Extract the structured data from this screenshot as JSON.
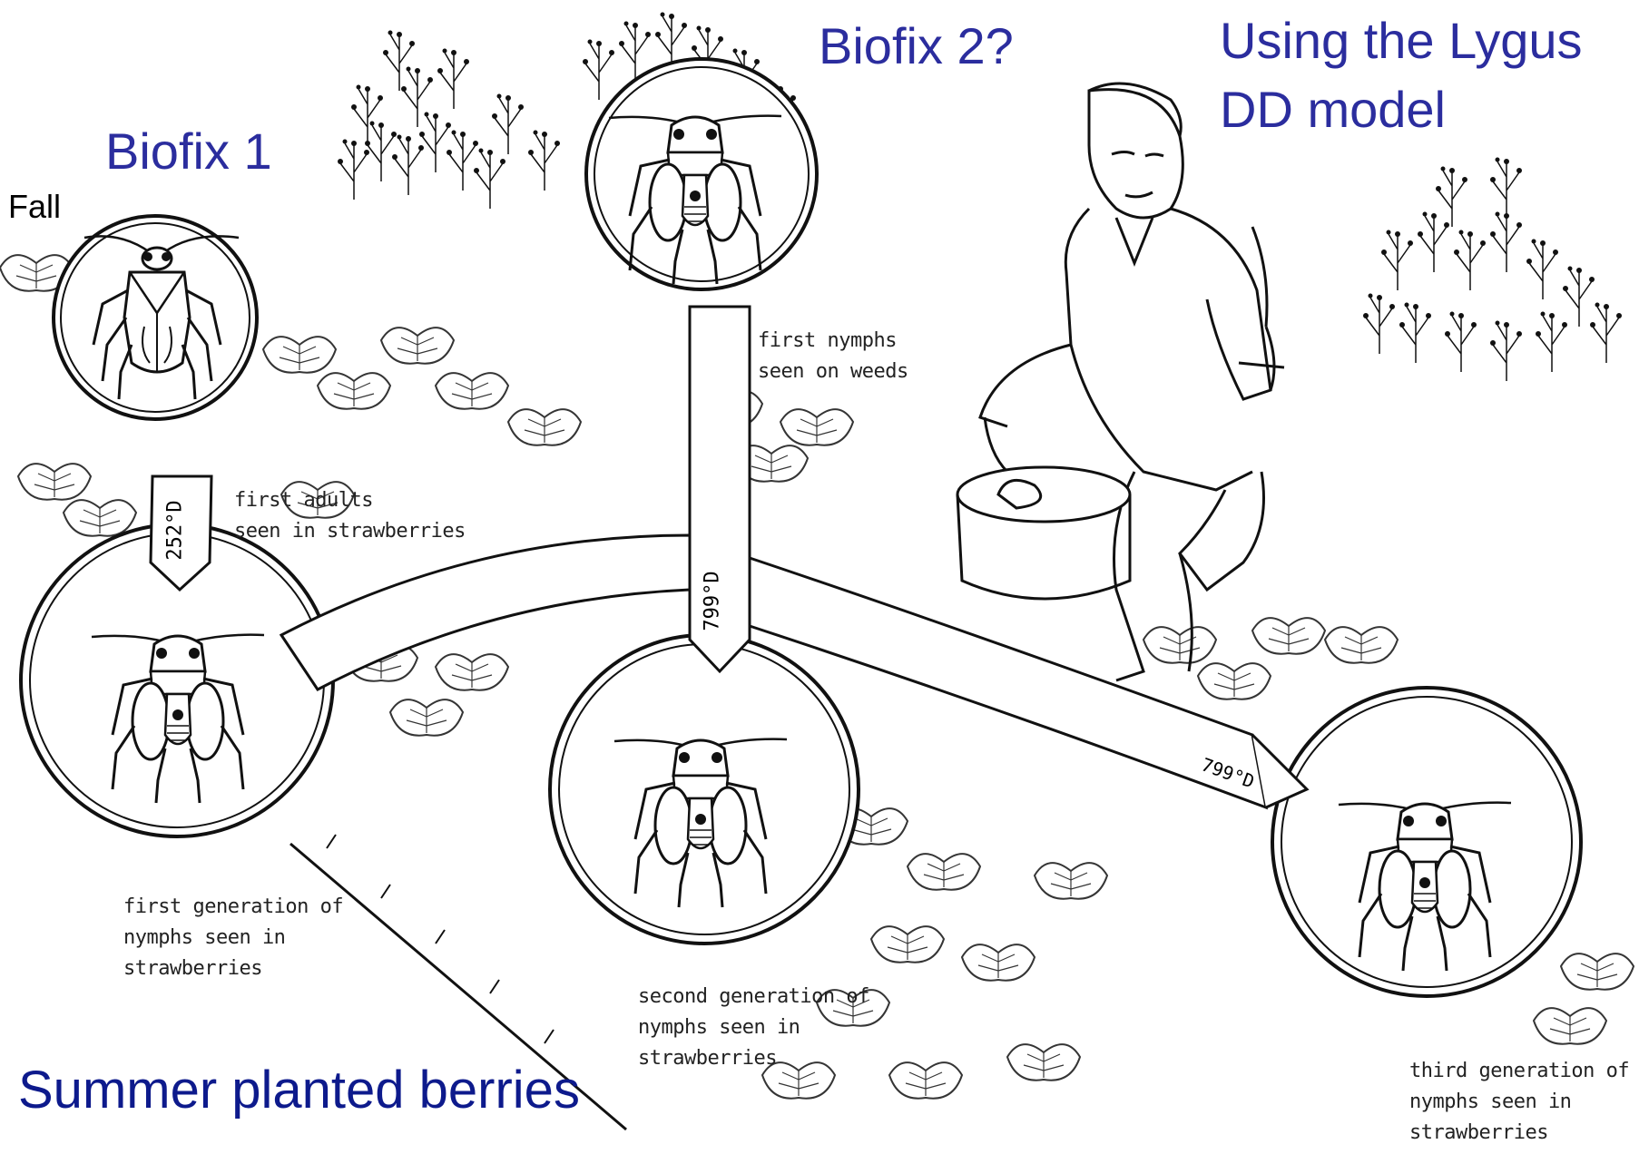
{
  "annotations": {
    "title_line1": "Using the Lygus",
    "title_line2": "DD model",
    "biofix1": "Biofix 1",
    "biofix2": "Biofix 2?",
    "fall": "Fall",
    "summer": "Summer planted berries"
  },
  "captions": {
    "first_adults": [
      "first adults",
      "seen in strawberries"
    ],
    "first_nymphs_weeds": [
      "first nymphs",
      "seen on weeds"
    ],
    "first_gen": [
      "first generation of",
      "nymphs seen in",
      "strawberries"
    ],
    "second_gen": [
      "second generation of",
      "nymphs seen in",
      "strawberries"
    ],
    "third_gen": [
      "third generation of",
      "nymphs seen in",
      "strawberries"
    ]
  },
  "degree_days": {
    "arrow1": "252°D",
    "arrow2": "799°D",
    "arrow3": "799°D"
  },
  "colors": {
    "annotation_blue": "#2b2d9e",
    "annotation_navy": "#0d1a8c",
    "line_art": "#111111"
  }
}
